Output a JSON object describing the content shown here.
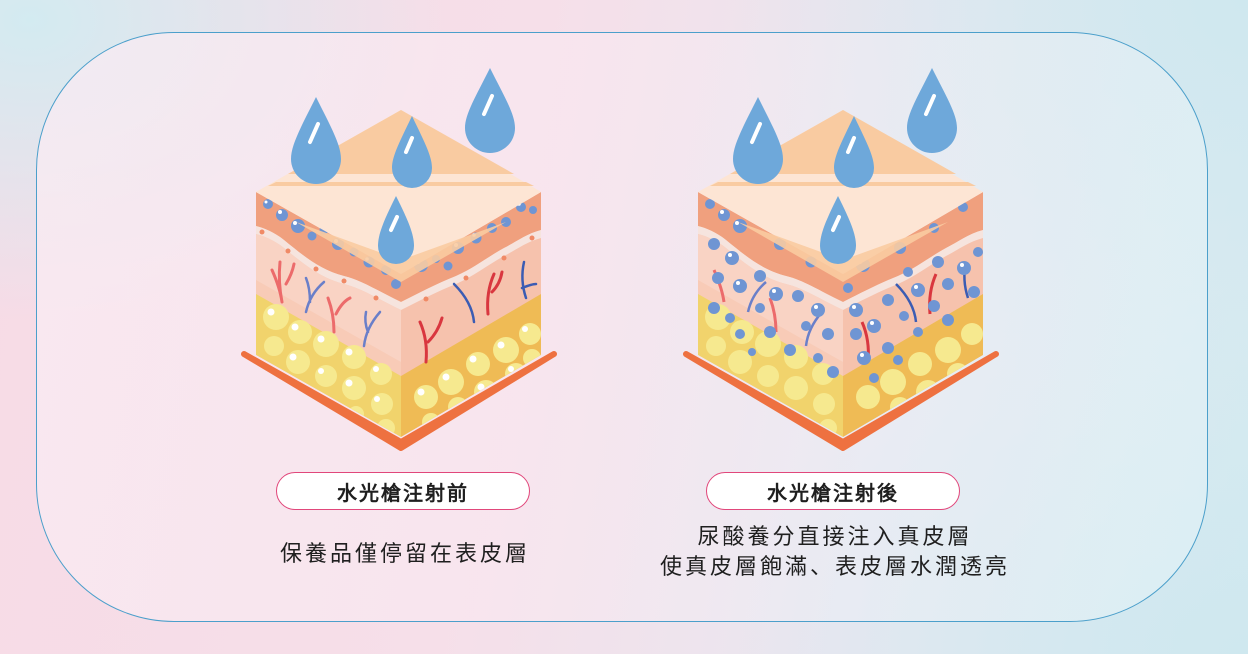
{
  "panels": {
    "before": {
      "label": "水光槍注射前",
      "description_lines": [
        "保養品僅停留在表皮層"
      ]
    },
    "after": {
      "label": "水光槍注射後",
      "description_lines": [
        "尿酸養分直接注入真皮層",
        "使真皮層飽滿、表皮層水潤透亮"
      ]
    }
  },
  "colors": {
    "frame_border": "#4b9fcb",
    "pill_border": "#e1477b",
    "water_drop": "#6ea8da",
    "skin_top": "#f9cba1",
    "epidermis": "#f0a07e",
    "dermis": "#f8cfc0",
    "fat_layer": "#f1d36c",
    "base": "#ee7140",
    "molecule": "#6f95d3",
    "vessel_red": "#d9373f",
    "vessel_blue": "#3b5cb3"
  }
}
